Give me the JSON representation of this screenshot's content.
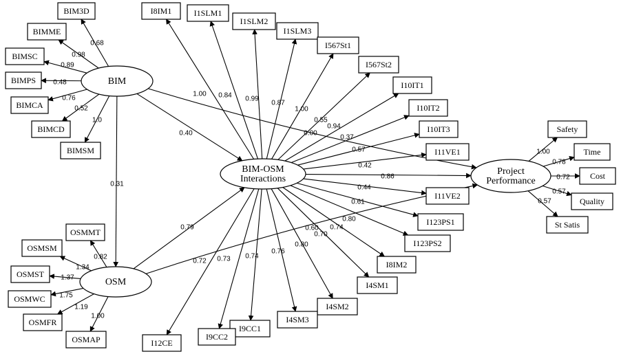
{
  "diagram": {
    "latents": [
      {
        "id": "bim",
        "label": "BIM"
      },
      {
        "id": "osm",
        "label": "OSM"
      },
      {
        "id": "inter",
        "lines": [
          "BIM-OSM",
          "Interactions"
        ]
      },
      {
        "id": "pp",
        "lines": [
          "Project",
          "Performance"
        ]
      }
    ],
    "indicators": {
      "BIM3D": "BIM3D",
      "BIMME": "BIMME",
      "BIMSC": "BIMSC",
      "BIMPS": "BIMPS",
      "BIMCA": "BIMCA",
      "BIMCD": "BIMCD",
      "BIMSM": "BIMSM",
      "OSMMT": "OSMMT",
      "OSMSM": "OSMSM",
      "OSMST": "OSMST",
      "OSMWC": "OSMWC",
      "OSMFR": "OSMFR",
      "OSMAP": "OSMAP",
      "I8IM1": "I8IM1",
      "I1SLM1": "I1SLM1",
      "I1SLM2": "I1SLM2",
      "I1SLM3": "I1SLM3",
      "I567St1": "I567St1",
      "I567St2": "I567St2",
      "I10IT1": "I10IT1",
      "I10IT2": "I10IT2",
      "I10IT3": "I10IT3",
      "I11VE1": "I11VE1",
      "I11VE2": "I11VE2",
      "I123PS1": "I123PS1",
      "I123PS2": "I123PS2",
      "I8IM2": "I8IM2",
      "I4SM1": "I4SM1",
      "I4SM2": "I4SM2",
      "I4SM3": "I4SM3",
      "I9CC1": "I9CC1",
      "I9CC2": "I9CC2",
      "I12CE": "I12CE",
      "Safety": "Safety",
      "Time": "Time",
      "Cost": "Cost",
      "Quality": "Quality",
      "St Satis": "St Satis"
    },
    "edges": [
      {
        "from": "bim",
        "to": "BIM3D",
        "label": "0.68"
      },
      {
        "from": "bim",
        "to": "BIMME",
        "label": "0.98"
      },
      {
        "from": "bim",
        "to": "BIMSC",
        "label": "0.89"
      },
      {
        "from": "bim",
        "to": "BIMPS",
        "label": "0.48"
      },
      {
        "from": "bim",
        "to": "BIMCA",
        "label": "0.76"
      },
      {
        "from": "bim",
        "to": "BIMCD",
        "label": "0.52"
      },
      {
        "from": "bim",
        "to": "BIMSM",
        "label": "1.0"
      },
      {
        "from": "osm",
        "to": "OSMMT",
        "label": "0.82"
      },
      {
        "from": "osm",
        "to": "OSMSM",
        "label": "1.34"
      },
      {
        "from": "osm",
        "to": "OSMST",
        "label": "1.37"
      },
      {
        "from": "osm",
        "to": "OSMWC",
        "label": "1.75"
      },
      {
        "from": "osm",
        "to": "OSMFR",
        "label": "1.19"
      },
      {
        "from": "osm",
        "to": "OSMAP",
        "label": "1.00"
      },
      {
        "from": "inter",
        "to": "I8IM1",
        "label": "1.00"
      },
      {
        "from": "inter",
        "to": "I1SLM1",
        "label": "0.84"
      },
      {
        "from": "inter",
        "to": "I1SLM2",
        "label": "0.99"
      },
      {
        "from": "inter",
        "to": "I1SLM3",
        "label": "0.87"
      },
      {
        "from": "inter",
        "to": "I567St1",
        "label": "1.00"
      },
      {
        "from": "inter",
        "to": "I567St2",
        "label": "0.55"
      },
      {
        "from": "inter",
        "to": "I10IT1",
        "label": "0.94"
      },
      {
        "from": "inter",
        "to": "I10IT2",
        "label": "0.37"
      },
      {
        "from": "inter",
        "to": "I10IT3",
        "label": "0.57"
      },
      {
        "from": "inter",
        "to": "I11VE1",
        "label": "0.42"
      },
      {
        "from": "inter",
        "to": "I11VE2",
        "label": "0.44"
      },
      {
        "from": "inter",
        "to": "I123PS1",
        "label": "0.61"
      },
      {
        "from": "inter",
        "to": "I123PS2",
        "label": "0.80"
      },
      {
        "from": "inter",
        "to": "I8IM2",
        "label": "0.74"
      },
      {
        "from": "inter",
        "to": "I4SM1",
        "label": "0.70"
      },
      {
        "from": "inter",
        "to": "I4SM2",
        "label": "0.80"
      },
      {
        "from": "inter",
        "to": "I4SM3",
        "label": "0.76"
      },
      {
        "from": "inter",
        "to": "I9CC1",
        "label": "0.74"
      },
      {
        "from": "inter",
        "to": "I9CC2",
        "label": "0.73"
      },
      {
        "from": "inter",
        "to": "I12CE",
        "label": "0.72"
      },
      {
        "from": "pp",
        "to": "Safety",
        "label": "1.00"
      },
      {
        "from": "pp",
        "to": "Time",
        "label": "0.78"
      },
      {
        "from": "pp",
        "to": "Cost",
        "label": "0.72"
      },
      {
        "from": "pp",
        "to": "Quality",
        "label": "0.57"
      },
      {
        "from": "pp",
        "to": "St Satis",
        "label": "0.57"
      },
      {
        "from": "bim",
        "to": "inter",
        "label": "0.40"
      },
      {
        "from": "bim",
        "to": "osm",
        "label": "0.31"
      },
      {
        "from": "bim",
        "to": "pp",
        "label": "0.00"
      },
      {
        "from": "osm",
        "to": "inter",
        "label": "0.79"
      },
      {
        "from": "osm",
        "to": "pp",
        "label": "0.60"
      },
      {
        "from": "inter",
        "to": "pp",
        "label": "0.86"
      }
    ]
  }
}
